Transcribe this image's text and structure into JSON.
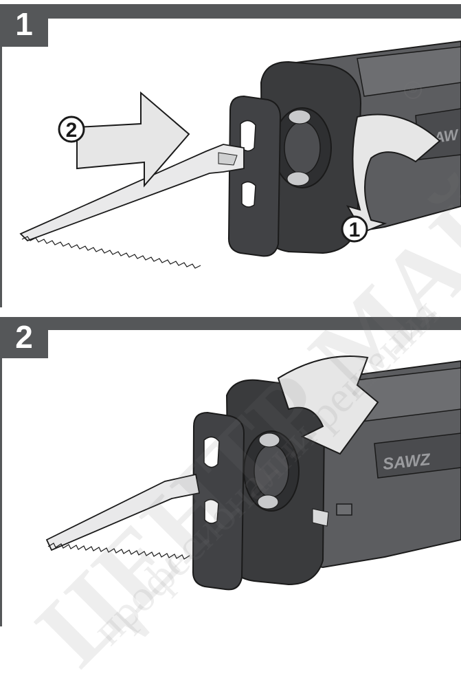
{
  "steps": [
    {
      "number": "1"
    },
    {
      "number": "2"
    }
  ],
  "callouts": {
    "collar": "1",
    "blade": "2"
  },
  "tool": {
    "brand_mark_step1": "SAW",
    "brand_mark_step2": "SAWZ"
  },
  "watermark": {
    "main_text": "ЦЕНТР МАЙСТОР",
    "sub_text": "професионални решения",
    "registered_mark": "®"
  },
  "colors": {
    "bar": "#555759",
    "tool_dark": "#3a3b3d",
    "tool_mid": "#5c5d60",
    "arrow_fill": "#e6e6e6",
    "outline": "#1a1a1a"
  }
}
